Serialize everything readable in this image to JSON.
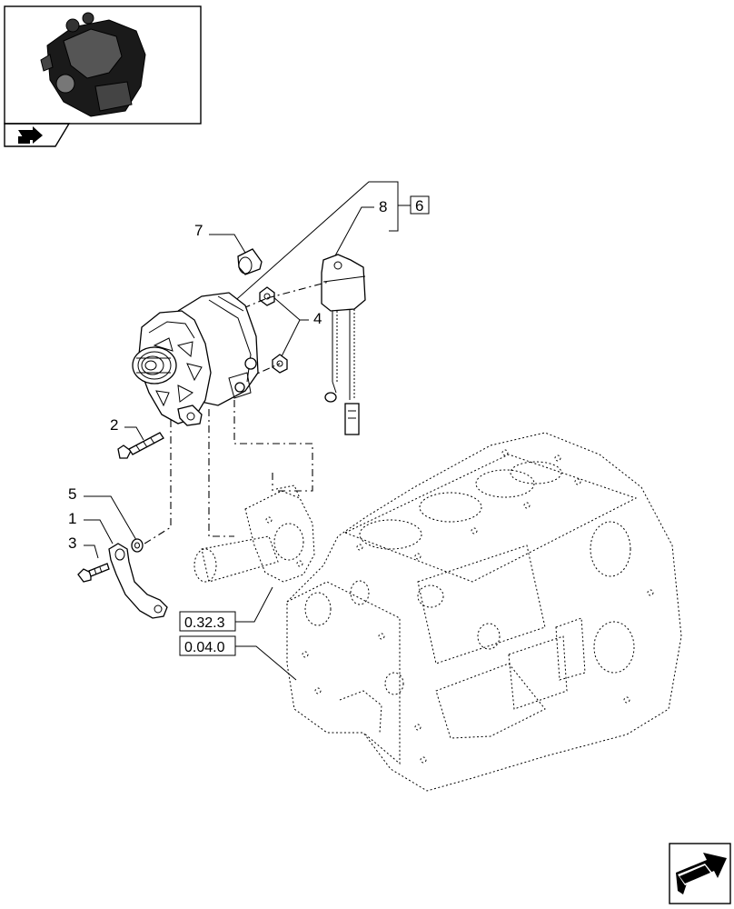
{
  "callouts": {
    "c1": "1",
    "c2": "2",
    "c3": "3",
    "c4": "4",
    "c5": "5",
    "c6": "6",
    "c7": "7",
    "c8": "8"
  },
  "refs": {
    "r1": "0.32.3",
    "r2": "0.04.0"
  },
  "icons": {
    "thumbnail": "engine-thumbnail-icon",
    "nav_small": "next-page-arrow-icon",
    "nav_large": "next-page-arrow-icon"
  },
  "colors": {
    "line": "#000000",
    "background": "#ffffff"
  }
}
